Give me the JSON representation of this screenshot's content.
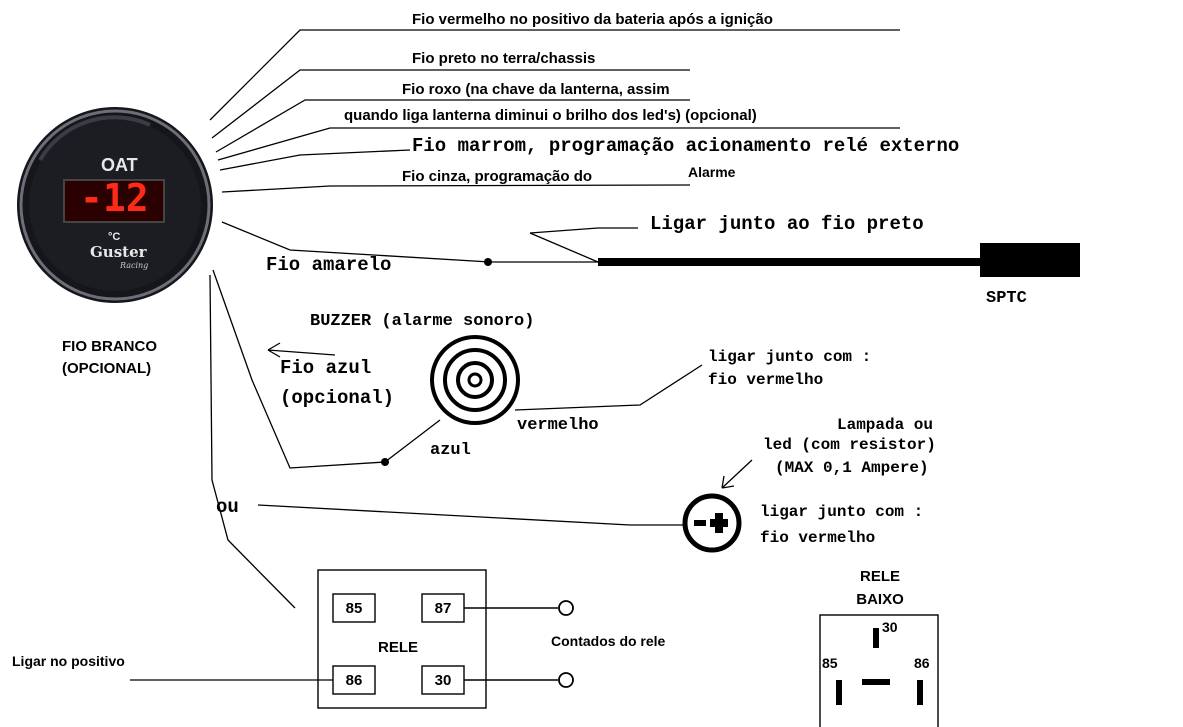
{
  "gauge": {
    "model_label": "OAT",
    "reading": "-12",
    "unit": "°C",
    "brand": "Guster",
    "brand_sub": "Racing",
    "colors": {
      "bezel": "#15151a",
      "display_bg": "#2a0000",
      "digits": "#ff2a1a"
    }
  },
  "wires": {
    "red": "Fio vermelho no positivo da bateria  após a ignição",
    "black": "Fio preto no terra/chassis",
    "purple_line1": "Fio roxo (na chave da lanterna, assim",
    "purple_line2": "quando liga lanterna diminui o brilho dos led's)  (opcional)",
    "brown": "Fio marrom, programação acionamento relé externo",
    "gray_part1": "Fio cinza, programação do",
    "gray_part2": "Alarme",
    "yellow": "Fio amarelo",
    "join_black": "Ligar junto ao fio preto",
    "white_line1": "FIO BRANCO",
    "white_line2": "(OPCIONAL)",
    "blue_line1": "Fio azul",
    "blue_line2": "(opcional)"
  },
  "sensor": {
    "label": "SPTC"
  },
  "buzzer": {
    "title": "BUZZER (alarme sonoro)",
    "red_label": "vermelho",
    "blue_label": "azul",
    "join_line1": "ligar junto com :",
    "join_line2": "fio vermelho"
  },
  "lamp": {
    "line1": "Lampada ou",
    "line2": "led (com resistor)",
    "line3": "(MAX 0,1 Ampere)",
    "join_line1": "ligar junto com :",
    "join_line2": "fio vermelho"
  },
  "or_label": "ou",
  "relay": {
    "title": "RELE",
    "pins": [
      "85",
      "87",
      "86",
      "30"
    ],
    "contacts_label": "Contados do rele",
    "positive_label": "Ligar no positivo"
  },
  "relay_bottom": {
    "title_line1": "RELE",
    "title_line2": "BAIXO",
    "pins": [
      "30",
      "85",
      "86"
    ]
  }
}
